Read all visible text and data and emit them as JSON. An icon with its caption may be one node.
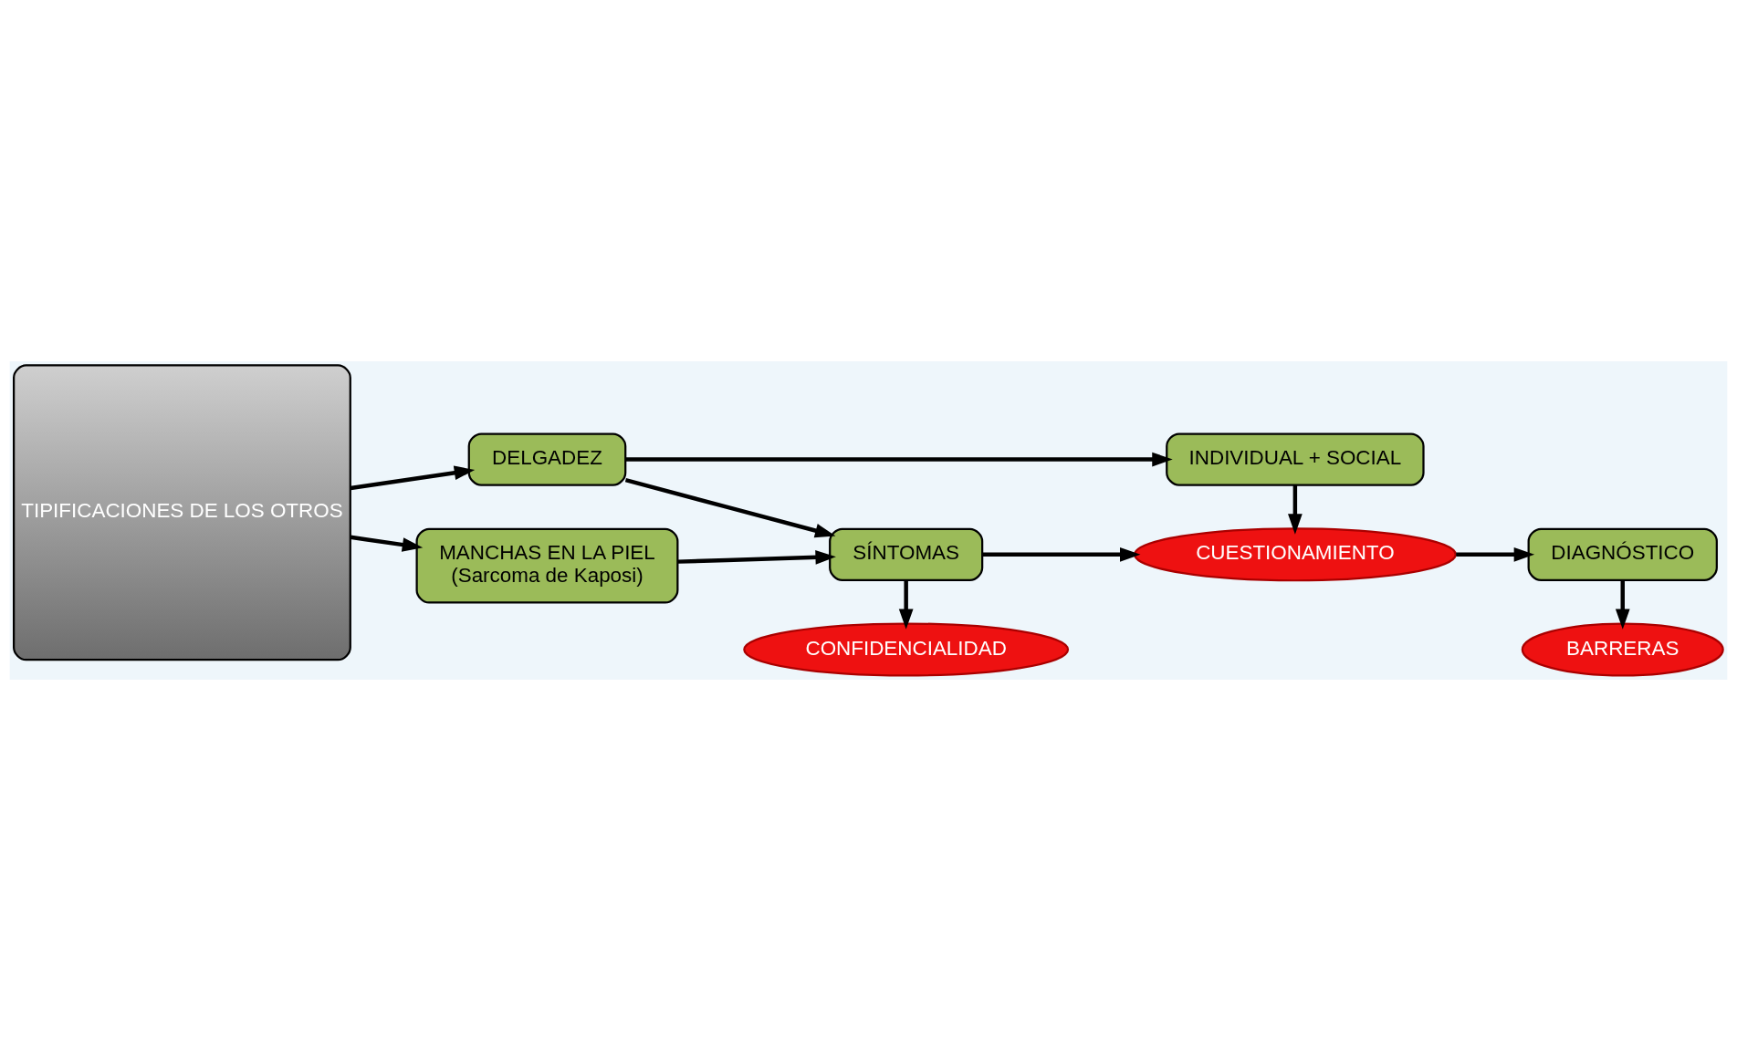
{
  "diagram": {
    "nodes": [
      {
        "text": [
          "TIPIFICACIONES DE LOS OTROS"
        ]
      },
      {
        "text": [
          "DELGADEZ"
        ]
      },
      {
        "text": [
          "INDIVIDUAL + SOCIAL"
        ]
      },
      {
        "text": [
          "CONFIDENCIALIDAD"
        ]
      },
      {
        "text": [
          "SÍNTOMAS"
        ]
      },
      {
        "text": [
          "CUESTIONAMIENTO"
        ]
      },
      {
        "text": [
          "DIAGNÓSTICO"
        ]
      },
      {
        "text": [
          "MANCHAS EN LA PIEL",
          "(Sarcoma de Kaposi)"
        ]
      },
      {
        "text": [
          "BARRERAS"
        ]
      }
    ],
    "edges": [
      {
        "from": 0,
        "to": 1,
        "arrow": "to"
      },
      {
        "from": 0,
        "to": 7,
        "arrow": "to"
      },
      {
        "from": 1,
        "to": 2,
        "arrow": "to"
      },
      {
        "from": 1,
        "to": 4,
        "arrow": "to"
      },
      {
        "from": 4,
        "to": 3,
        "arrow": "to"
      },
      {
        "from": 4,
        "to": 5,
        "arrow": "to"
      },
      {
        "from": 7,
        "to": 4,
        "arrow": "to"
      },
      {
        "from": 2,
        "to": 5,
        "arrow": "to"
      },
      {
        "from": 5,
        "to": 6,
        "arrow": "to"
      },
      {
        "from": 6,
        "to": 8,
        "arrow": "to"
      }
    ]
  }
}
